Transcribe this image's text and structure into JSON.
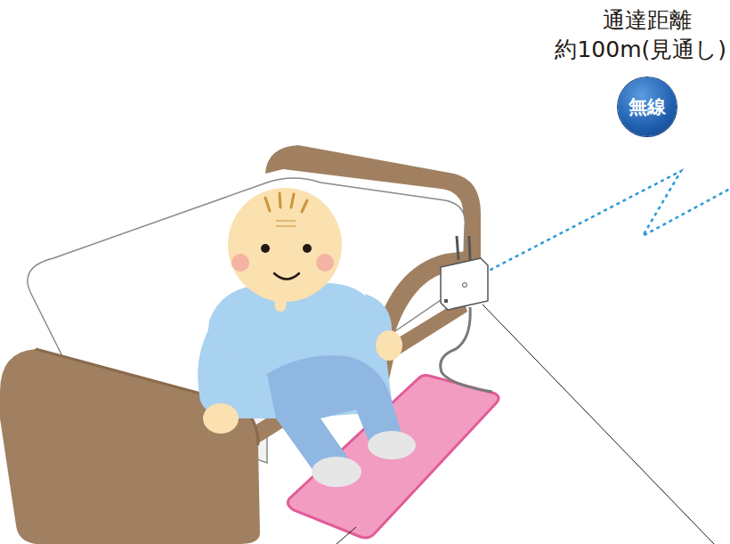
{
  "diagram": {
    "nodes": [
      {
        "text": [
          "無線"
        ]
      }
    ],
    "labels": [
      "通達距離",
      "約100m(見通し)"
    ]
  }
}
